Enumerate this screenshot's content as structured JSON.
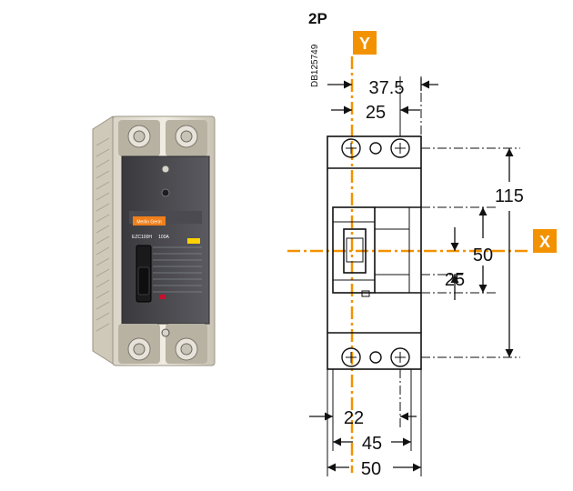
{
  "diagram": {
    "pole_label": "2P",
    "drawing_ref": "DB125749",
    "axis_y_label": "Y",
    "axis_x_label": "X",
    "axis_color": "#f39200",
    "dimensions": {
      "top_outer": "37.5",
      "top_inner": "25",
      "height_total": "115",
      "height_mid": "50",
      "height_inner": "25",
      "bottom_small": "22",
      "bottom_mid": "45",
      "bottom_total": "50"
    },
    "product": {
      "brand_label": "Merlin Gerin",
      "model_label": "EZC100H",
      "rating_label": "100A"
    }
  }
}
